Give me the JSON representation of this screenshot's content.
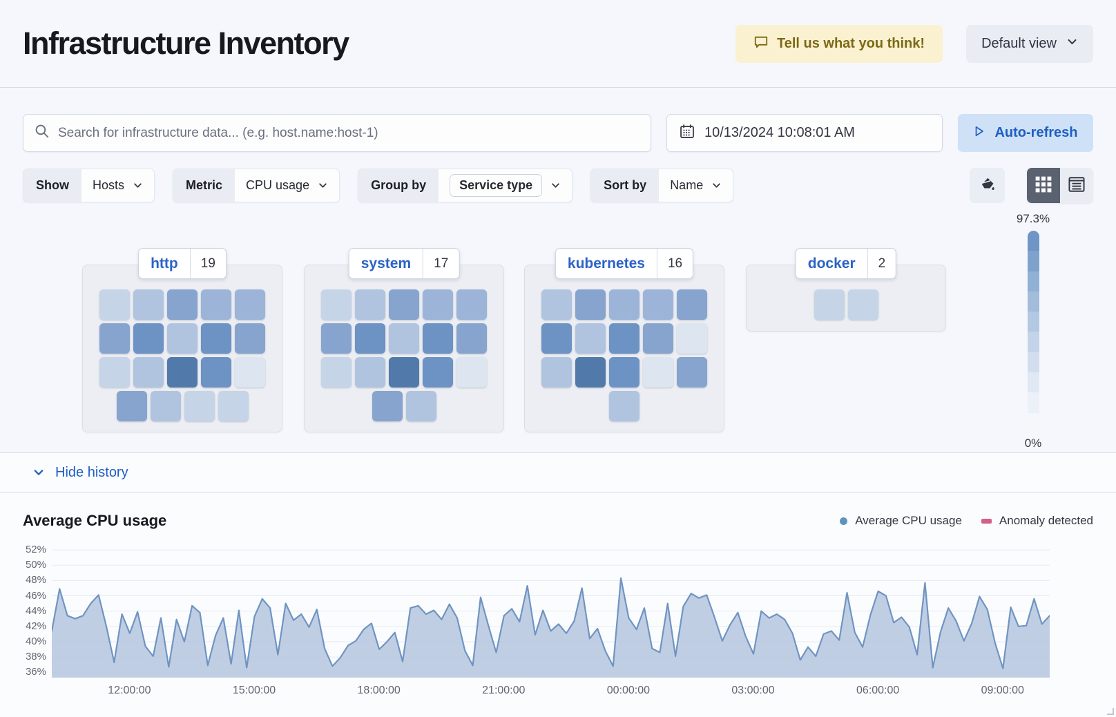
{
  "header": {
    "title": "Infrastructure Inventory",
    "feedback_label": "Tell us what you think!",
    "view_dropdown_label": "Default view"
  },
  "toolbar": {
    "search_placeholder": "Search for infrastructure data... (e.g. host.name:host-1)",
    "date_value": "10/13/2024 10:08:01 AM",
    "auto_refresh_label": "Auto-refresh"
  },
  "filters": [
    {
      "label": "Show",
      "value": "Hosts"
    },
    {
      "label": "Metric",
      "value": "CPU usage"
    },
    {
      "label": "Group by",
      "value": "Service type"
    },
    {
      "label": "Sort by",
      "value": "Name"
    }
  ],
  "legend_scale": {
    "max": "97.3%",
    "min": "0%",
    "colors": [
      "#6e95c5",
      "#7fa2cd",
      "#90b0d5",
      "#a2bcdc",
      "#b2c8e3",
      "#c3d3e8",
      "#d2deee",
      "#e0e8f3",
      "#ecf1f8",
      "#f4f8fb"
    ]
  },
  "palette": [
    "#dde5f0",
    "#c6d4e8",
    "#b0c4e0",
    "#9cb4d8",
    "#87a4ce",
    "#6d92c4",
    "#517aab"
  ],
  "groups": [
    {
      "name": "http",
      "count": "19",
      "rows": [
        [
          1,
          2,
          4,
          3,
          3
        ],
        [
          4,
          5,
          2,
          5,
          4
        ],
        [
          1,
          2,
          6,
          5,
          0
        ],
        [
          4,
          2,
          1,
          1
        ]
      ]
    },
    {
      "name": "system",
      "count": "17",
      "rows": [
        [
          1,
          2,
          4,
          3,
          3
        ],
        [
          4,
          5,
          2,
          5,
          4
        ],
        [
          1,
          2,
          6,
          5,
          0
        ],
        [
          4,
          2
        ]
      ]
    },
    {
      "name": "kubernetes",
      "count": "16",
      "rows": [
        [
          2,
          4,
          3,
          3,
          4
        ],
        [
          5,
          2,
          5,
          4,
          0
        ],
        [
          2,
          6,
          5,
          0,
          4
        ],
        [
          2
        ]
      ]
    },
    {
      "name": "docker",
      "count": "2",
      "rows": [
        [
          1,
          1
        ]
      ],
      "short": true
    }
  ],
  "history": {
    "toggle_label": "Hide history"
  },
  "chart_data": {
    "type": "area",
    "title": "Average CPU usage",
    "legend": [
      {
        "label": "Average CPU usage",
        "marker": "dot",
        "color": "#6092c0"
      },
      {
        "label": "Anomaly detected",
        "marker": "swatch",
        "color": "#d36086"
      }
    ],
    "yticks": [
      52,
      50,
      48,
      46,
      44,
      42,
      40,
      38,
      36
    ],
    "ytick_suffix": "%",
    "xticks": [
      "12:00:00",
      "15:00:00",
      "18:00:00",
      "21:00:00",
      "00:00:00",
      "03:00:00",
      "06:00:00",
      "09:00:00"
    ],
    "ylim": [
      35.3,
      53.0
    ],
    "grid": true,
    "legend_position": "top-right",
    "colors": {
      "line": "#6f94c2",
      "fill": "#b5c6df",
      "grid": "#e6eaf2"
    },
    "series": [
      {
        "name": "Average CPU usage",
        "values": [
          41.4,
          46.9,
          43.4,
          43.0,
          43.4,
          45.0,
          46.1,
          42.0,
          37.3,
          43.6,
          41.1,
          43.9,
          39.4,
          38.1,
          43.1,
          36.7,
          42.9,
          40.0,
          44.7,
          43.8,
          36.9,
          40.8,
          43.1,
          37.1,
          44.1,
          36.6,
          43.3,
          45.6,
          44.4,
          38.3,
          45.0,
          42.8,
          43.6,
          41.9,
          44.2,
          39.1,
          36.8,
          37.9,
          39.5,
          40.1,
          41.6,
          42.4,
          39.0,
          40.0,
          41.2,
          37.4,
          44.4,
          44.7,
          43.6,
          44.1,
          42.9,
          44.9,
          43.1,
          38.8,
          36.9,
          45.8,
          42.1,
          38.6,
          43.4,
          44.3,
          42.6,
          47.3,
          40.9,
          44.1,
          41.4,
          42.3,
          41.1,
          42.7,
          47.0,
          40.4,
          41.7,
          38.8,
          36.8,
          48.3,
          43.1,
          41.6,
          44.4,
          39.1,
          38.6,
          45.0,
          38.1,
          44.6,
          46.3,
          45.7,
          46.1,
          43.2,
          40.1,
          42.2,
          43.8,
          40.7,
          38.4,
          44.0,
          43.1,
          43.6,
          42.9,
          41.1,
          37.6,
          39.3,
          38.1,
          41.0,
          41.4,
          40.2,
          46.4,
          41.2,
          39.3,
          43.5,
          46.6,
          46.0,
          42.5,
          43.2,
          41.9,
          38.3,
          47.7,
          36.6,
          41.3,
          44.4,
          42.7,
          40.1,
          42.4,
          45.9,
          44.2,
          39.8,
          36.5,
          44.5,
          42.0,
          42.1,
          45.6,
          42.3,
          43.4
        ]
      }
    ]
  }
}
